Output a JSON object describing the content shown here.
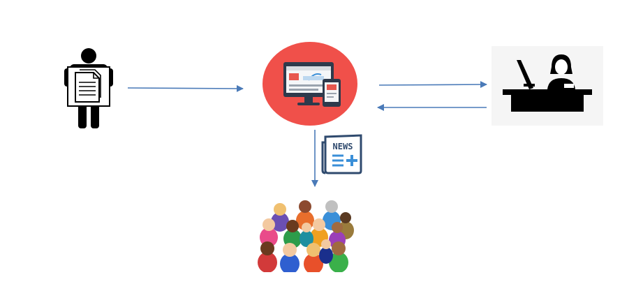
{
  "colors": {
    "arrow": "#4a7ab8",
    "hub": "#f0504a",
    "ink": "#000000",
    "newspaper": "#2f4a6e",
    "accent_blue": "#3a8fd8"
  },
  "nodes": [
    {
      "id": "author",
      "icon": "person-holding-document-icon"
    },
    {
      "id": "platform",
      "icon": "web-platform-icon"
    },
    {
      "id": "staff",
      "icon": "receptionist-at-desk-icon"
    },
    {
      "id": "news",
      "icon": "newspaper-icon",
      "text": "NEWS"
    },
    {
      "id": "audience",
      "icon": "crowd-icon"
    }
  ],
  "edges": [
    {
      "from": "author",
      "to": "platform"
    },
    {
      "from": "platform",
      "to": "staff"
    },
    {
      "from": "staff",
      "to": "platform"
    },
    {
      "from": "platform",
      "to": "audience"
    }
  ]
}
